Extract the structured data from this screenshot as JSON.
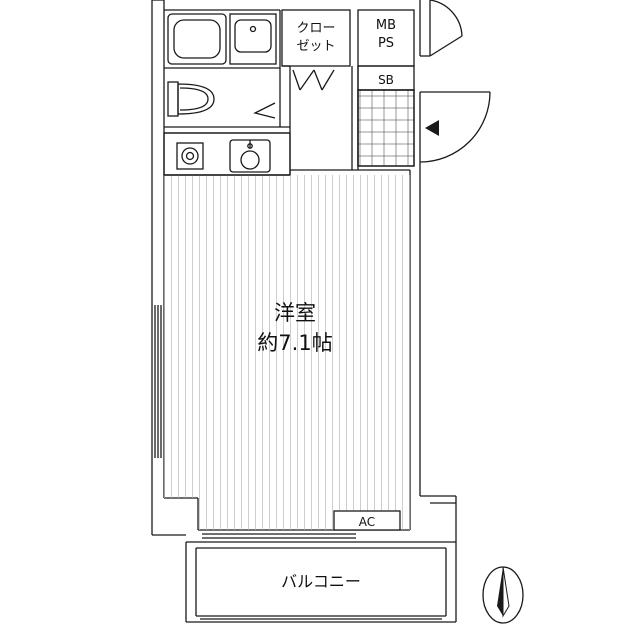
{
  "labels": {
    "room_name": "洋室",
    "room_size": "約7.1帖",
    "closet_line1": "クロー",
    "closet_line2": "ゼット",
    "mb": "MB",
    "ps": "PS",
    "sb": "SB",
    "ac": "AC",
    "balcony": "バルコニー"
  },
  "colors": {
    "line": "#1a1a1a",
    "background": "#ffffff",
    "wall_fill": "#f4f4f4"
  },
  "icons": [
    "bathtub-icon",
    "washbasin-icon",
    "toilet-icon",
    "stove-icon",
    "kitchen-sink-icon",
    "entrance-arrow-icon",
    "north-arrow-icon"
  ]
}
